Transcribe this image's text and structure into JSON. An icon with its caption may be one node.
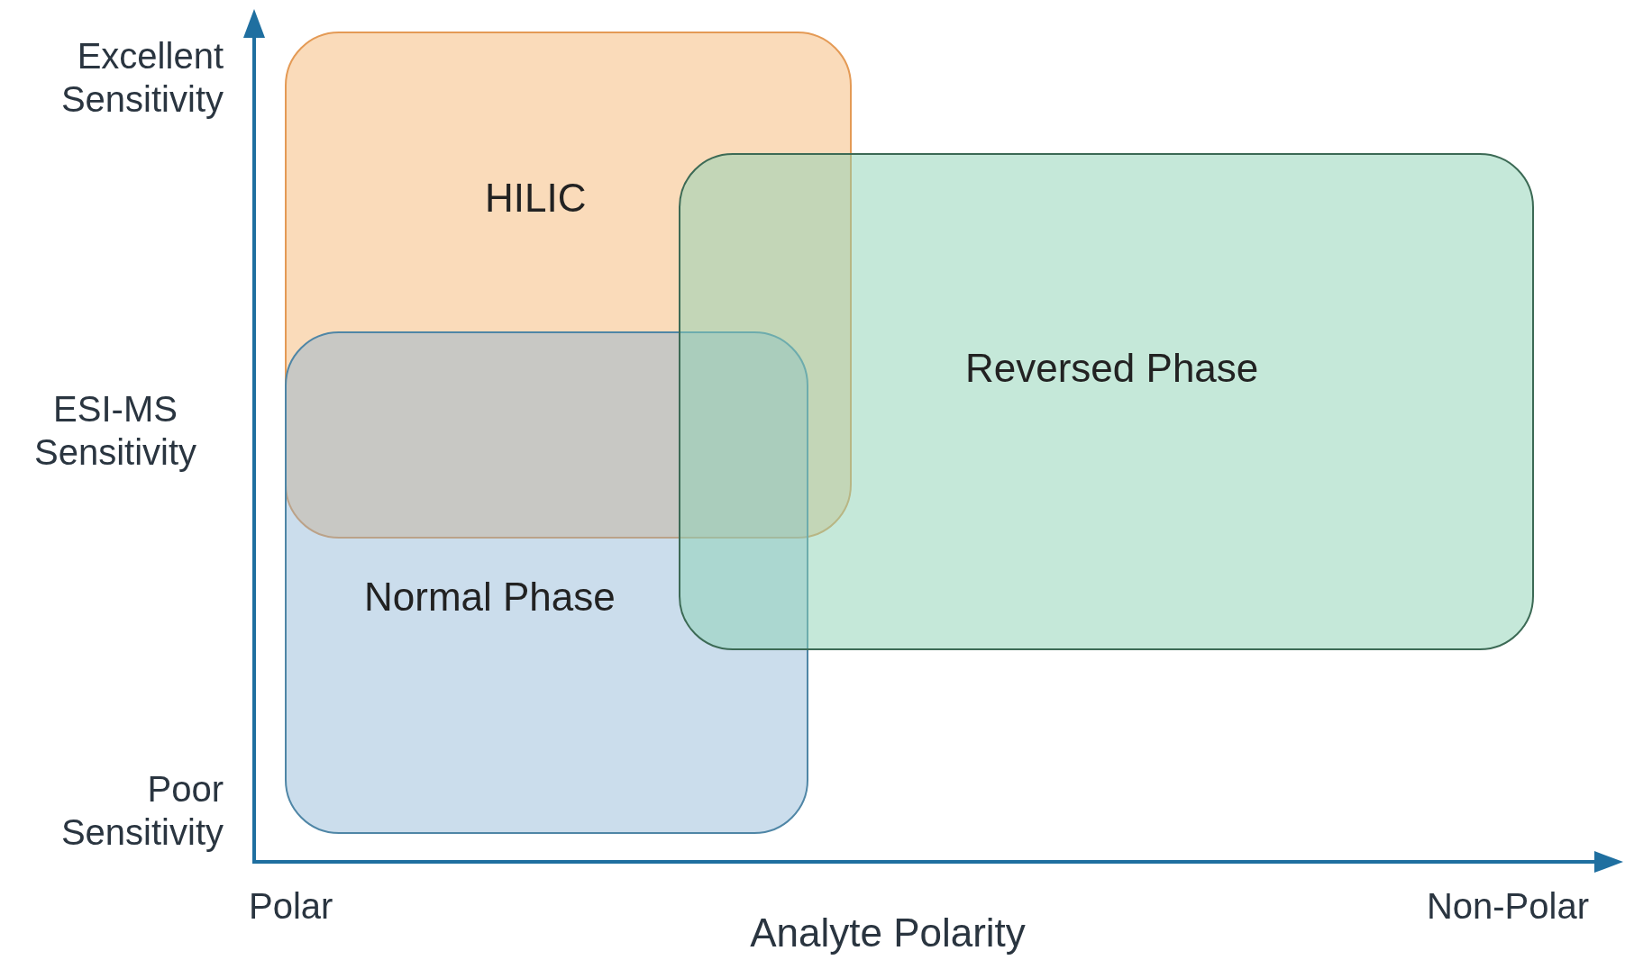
{
  "diagram": {
    "nodes": [
      {
        "text": [
          "HILIC"
        ]
      },
      {
        "text": [
          "Normal Phase"
        ]
      },
      {
        "text": [
          "Reversed Phase"
        ]
      }
    ],
    "labels": [
      "Excellent Sensitivity",
      "ESI-MS Sensitivity",
      "Poor Sensitivity",
      "Polar",
      "Analyte Polarity",
      "Non-Polar"
    ]
  }
}
